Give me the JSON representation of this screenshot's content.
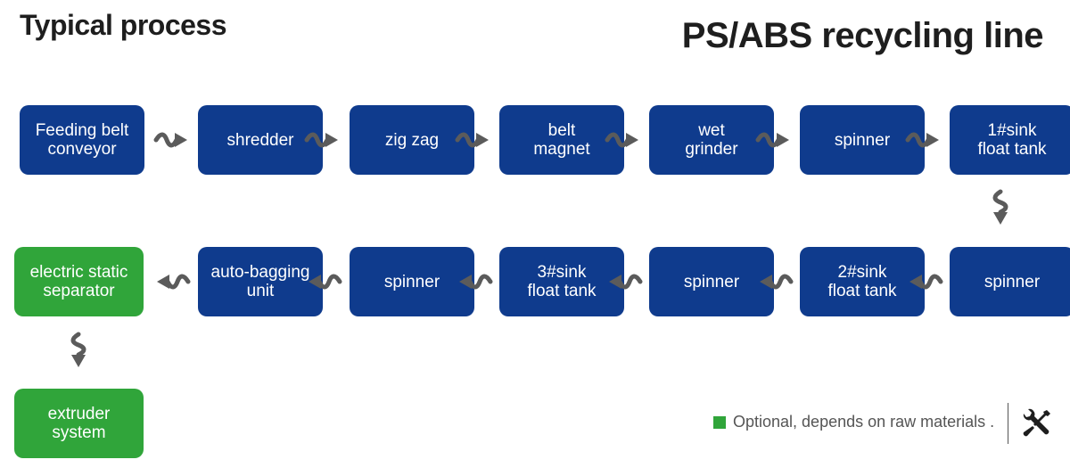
{
  "header": {
    "title_left": "Typical process",
    "title_right": "PS/ABS recycling line"
  },
  "colors": {
    "standard": "#0f3b8d",
    "optional": "#30a53a",
    "arrow": "#5b5b5b"
  },
  "steps": [
    {
      "label": "Feeding belt\nconveyor",
      "color": "blue"
    },
    {
      "label": "shredder",
      "color": "blue"
    },
    {
      "label": "zig zag",
      "color": "blue"
    },
    {
      "label": "belt\nmagnet",
      "color": "blue"
    },
    {
      "label": "wet\ngrinder",
      "color": "blue"
    },
    {
      "label": "spinner",
      "color": "blue"
    },
    {
      "label": "1#sink\nfloat tank",
      "color": "blue"
    },
    {
      "label": "spinner",
      "color": "blue"
    },
    {
      "label": "2#sink\nfloat tank",
      "color": "blue"
    },
    {
      "label": "spinner",
      "color": "blue"
    },
    {
      "label": "3#sink\nfloat tank",
      "color": "blue"
    },
    {
      "label": "spinner",
      "color": "blue"
    },
    {
      "label": "auto-bagging\nunit",
      "color": "blue"
    },
    {
      "label": "electric static\nseparator",
      "color": "green"
    },
    {
      "label": "extruder\nsystem",
      "color": "green"
    }
  ],
  "legend": {
    "text": "Optional, depends on raw materials ."
  },
  "icons": {
    "arrow": "wavy-arrow-icon",
    "tools": "wrench-screwdriver-icon"
  }
}
